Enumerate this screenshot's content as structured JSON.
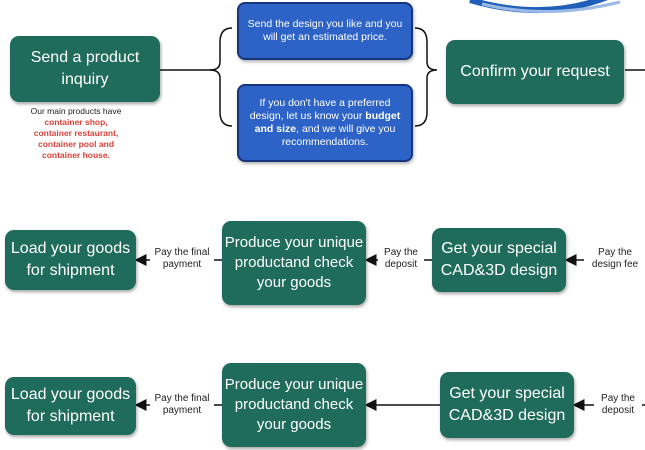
{
  "row1": {
    "inquiry": "Send a product inquiry",
    "confirm": "Confirm your request",
    "option_price_text": "Send the design you like and you will get an estimated price.",
    "option_custom": {
      "text_before": "If you don't have a preferred design, let us know your ",
      "bold_text": "budget and size",
      "text_after": ", and we will give you recommendations."
    },
    "products_note": {
      "intro": "Our main products have",
      "items": [
        "container shop,",
        "container restaurant,",
        "container pool and",
        "container house."
      ]
    }
  },
  "row2": {
    "design": "Get your special CAD&3D design",
    "produce": "Produce your unique productand check your goods",
    "load": "Load your goods for shipment",
    "label_design_fee": "Pay the design fee",
    "label_deposit": "Pay the deposit",
    "label_final": "Pay the final payment"
  },
  "row3": {
    "design": "Get your special CAD&3D design",
    "produce": "Produce your unique productand check your goods",
    "load": "Load your goods for shipment",
    "label_deposit": "Pay the deposit",
    "label_final": "Pay the final payment"
  },
  "colors": {
    "step_green": "#1f6b5c",
    "option_blue": "#2d63c6",
    "option_blue_border": "#17357d",
    "highlight_red": "#d9423a",
    "logo_blue": "#1f5fb8"
  }
}
